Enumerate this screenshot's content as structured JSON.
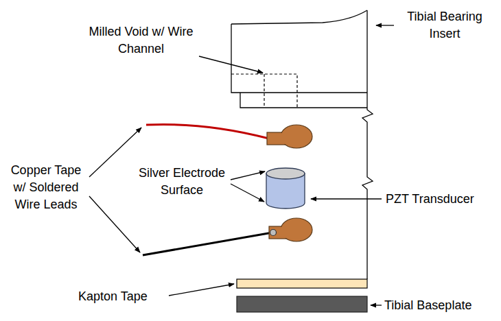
{
  "diagram": {
    "labels": [
      "Milled Void w/ Wire Channel",
      "Tibial Bearing Insert",
      "Copper Tape w/ Soldered Wire Leads",
      "Silver Electrode Surface",
      "PZT Transducer",
      "Kapton Tape",
      "Tibial Baseplate"
    ]
  }
}
